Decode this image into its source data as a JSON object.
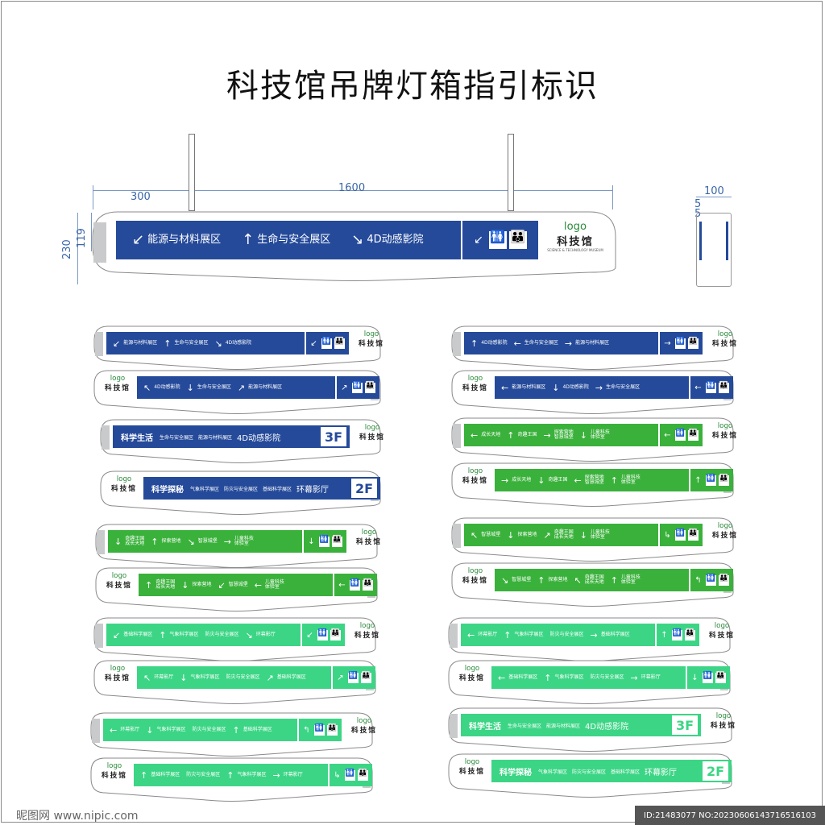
{
  "title": "科技馆吊牌灯箱指引标识",
  "colors": {
    "navy": "#254a9a",
    "green": "#3ab13b",
    "mint": "#3cd585",
    "grey": "#c8cacc",
    "dim": "#3a66a8"
  },
  "dims": {
    "d300": "300",
    "d1600": "1600",
    "d230": "230",
    "d119": "119",
    "d100": "100",
    "d5a": "5",
    "d5b": "5"
  },
  "logo": {
    "word": "logo",
    "cn": "科技馆",
    "en": "SCIENCE & TECHNOLOGY MUSEUM"
  },
  "main_sign": {
    "items": [
      {
        "arrow": "↙",
        "text": "能源与材料展区"
      },
      {
        "arrow": "↑",
        "text": "生命与安全展区"
      },
      {
        "arrow": "↘",
        "text": "4D动感影院"
      }
    ],
    "icon_arrow": "↙"
  },
  "signs": [
    {
      "items": [
        {
          "arrow": "↙",
          "text": "能源与材料展区"
        },
        {
          "arrow": "↑",
          "text": "生命与安全展区"
        },
        {
          "arrow": "↘",
          "text": "4D动感影院"
        }
      ],
      "icon_arrow": "↙"
    },
    {
      "items": [
        {
          "arrow": "↖",
          "text": "4D动感影院"
        },
        {
          "arrow": "↓",
          "text": "生命与安全展区"
        },
        {
          "arrow": "↗",
          "text": "能源与材料展区"
        }
      ],
      "icon_arrow": "↗"
    },
    {
      "big": "科学生活",
      "small": [
        "生命与安全展区",
        "能源与材料展区"
      ],
      "last": "4D动感影院",
      "floor": "3F"
    },
    {
      "big": "科学探秘",
      "small": [
        "气象科学展区",
        "防灾与安全展区",
        "基础科学展区"
      ],
      "last": "环幕影厅",
      "floor": "2F"
    },
    {
      "items": [
        {
          "arrow": "↓",
          "text": "奇趣王国\n成长天地"
        },
        {
          "arrow": "↑",
          "text": "探索营地"
        },
        {
          "arrow": "↘",
          "text": "智慧城堡"
        },
        {
          "arrow": "→",
          "text": "儿童科技\n体验室"
        }
      ],
      "icon_arrow": "↓"
    },
    {
      "items": [
        {
          "arrow": "↑",
          "text": "奇趣王国\n成长天地"
        },
        {
          "arrow": "↓",
          "text": "探索营地"
        },
        {
          "arrow": "↙",
          "text": "智慧城堡"
        },
        {
          "arrow": "←",
          "text": "儿童科技\n体验室"
        }
      ],
      "icon_arrow": "←"
    },
    {
      "items": [
        {
          "arrow": "↙",
          "text": "基础科学展区"
        },
        {
          "arrow": "↑",
          "text": "气象科学展区"
        },
        {
          "arrow": "",
          "text": "防灾与安全展区"
        },
        {
          "arrow": "↘",
          "text": "环幕影厅"
        }
      ],
      "icon_arrow": "↙"
    },
    {
      "items": [
        {
          "arrow": "↖",
          "text": "环幕影厅"
        },
        {
          "arrow": "↓",
          "text": "气象科学展区"
        },
        {
          "arrow": "",
          "text": "防灾与安全展区"
        },
        {
          "arrow": "↗",
          "text": "基础科学展区"
        }
      ],
      "icon_arrow": "↗"
    },
    {
      "items": [
        {
          "arrow": "←",
          "text": "环幕影厅"
        },
        {
          "arrow": "↓",
          "text": "气象科学展区"
        },
        {
          "arrow": "",
          "text": "防灾与安全展区"
        },
        {
          "arrow": "↑",
          "text": "基础科学展区"
        }
      ],
      "icon_arrow": "↰"
    },
    {
      "items": [
        {
          "arrow": "↑",
          "text": "基础科学展区"
        },
        {
          "arrow": "",
          "text": "防灾与安全展区"
        },
        {
          "arrow": "↑",
          "text": "气象科学展区"
        },
        {
          "arrow": "→",
          "text": "环幕影厅"
        }
      ],
      "icon_arrow": "↳"
    },
    {
      "items": [
        {
          "arrow": "↑",
          "text": "4D动感影院"
        },
        {
          "arrow": "←",
          "text": "生命与安全展区"
        },
        {
          "arrow": "→",
          "text": "能源与材料展区"
        }
      ],
      "icon_arrow": "→"
    },
    {
      "items": [
        {
          "arrow": "←",
          "text": "能源与材料展区"
        },
        {
          "arrow": "↓",
          "text": "4D动感影院"
        },
        {
          "arrow": "→",
          "text": "生命与安全展区"
        }
      ],
      "icon_arrow": "←"
    },
    {
      "items": [
        {
          "arrow": "←",
          "text": "成长天地"
        },
        {
          "arrow": "↑",
          "text": "奇趣王国"
        },
        {
          "arrow": "→",
          "text": "探索营地\n智慧城堡"
        },
        {
          "arrow": "↓",
          "text": "儿童科技\n体验室"
        }
      ],
      "icon_arrow": "←"
    },
    {
      "items": [
        {
          "arrow": "→",
          "text": "成长天地"
        },
        {
          "arrow": "↓",
          "text": "奇趣王国"
        },
        {
          "arrow": "←",
          "text": "探索营地\n智慧城堡"
        },
        {
          "arrow": "↑",
          "text": "儿童科技\n体验室"
        }
      ],
      "icon_arrow": "↑"
    },
    {
      "items": [
        {
          "arrow": "↖",
          "text": "智慧城堡"
        },
        {
          "arrow": "↓",
          "text": "探索营地"
        },
        {
          "arrow": "↗",
          "text": "奇趣王国\n成长天地"
        },
        {
          "arrow": "↓",
          "text": "儿童科技\n体验室"
        }
      ],
      "icon_arrow": "↳"
    },
    {
      "items": [
        {
          "arrow": "↘",
          "text": "智慧城堡"
        },
        {
          "arrow": "↑",
          "text": "探索营地"
        },
        {
          "arrow": "↖",
          "text": "奇趣王国\n成长天地"
        },
        {
          "arrow": "↑",
          "text": "儿童科技\n体验室"
        }
      ],
      "icon_arrow": "↰"
    },
    {
      "items": [
        {
          "arrow": "←",
          "text": "环幕影厅"
        },
        {
          "arrow": "↑",
          "text": "气象科学展区"
        },
        {
          "arrow": "",
          "text": "防灾与安全展区"
        },
        {
          "arrow": "→",
          "text": "基础科学展区"
        }
      ],
      "icon_arrow": "↑"
    },
    {
      "items": [
        {
          "arrow": "←",
          "text": "基础科学展区"
        },
        {
          "arrow": "↑",
          "text": "气象科学展区"
        },
        {
          "arrow": "",
          "text": "防灾与安全展区"
        },
        {
          "arrow": "→",
          "text": "环幕影厅"
        }
      ],
      "icon_arrow": "↓"
    },
    {
      "big": "科学生活",
      "small": [
        "生命与安全展区",
        "能源与材料展区"
      ],
      "last": "4D动感影院",
      "floor": "3F"
    },
    {
      "big": "科学探秘",
      "small": [
        "气象科学展区",
        "防灾与安全展区",
        "基础科学展区"
      ],
      "last": "环幕影厅",
      "floor": "2F"
    }
  ],
  "watermark": {
    "left": "昵图网 www.nipic.com",
    "right": "ID:21483077 NO:20230606143716516103"
  }
}
